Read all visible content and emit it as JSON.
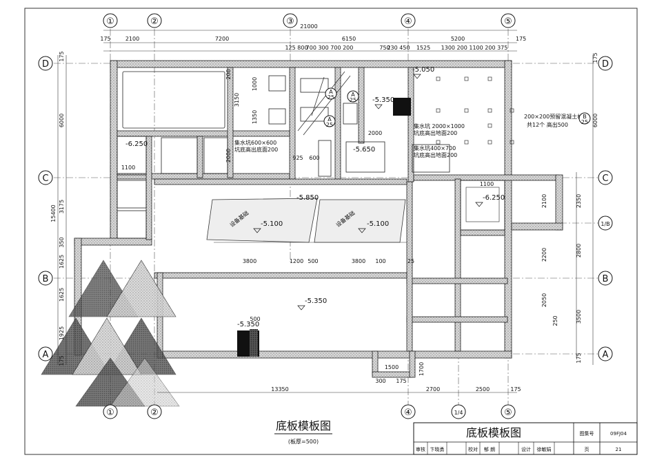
{
  "drawing": {
    "title": "底板模板图",
    "scale": "(板厚=500)"
  },
  "title_block": {
    "title": "底板模板图",
    "atlas_label": "图集号",
    "atlas_no": "09FJ04",
    "page_label": "页",
    "page_no": "21",
    "review_label": "审核",
    "reviewer": "卞晓勇",
    "check_label": "校对",
    "checker": "郁 朗",
    "design_label": "设计",
    "designer": "徐敏娟"
  },
  "grid": {
    "top_labels": [
      "①",
      "②",
      "③",
      "④",
      "⑤"
    ],
    "bottom_labels": [
      "①",
      "②",
      "④",
      "1/4",
      "⑤"
    ],
    "left_labels": [
      "D",
      "C",
      "B",
      "A"
    ],
    "right_labels": [
      "D",
      "C",
      "1/B",
      "B",
      "A"
    ]
  },
  "dims_top": [
    "175",
    "21000",
    "2100",
    "7200",
    "6150",
    "5200",
    "175"
  ],
  "dims_top_detail": [
    "125 800",
    "700 300 700 200",
    "750",
    "230 450",
    "1525",
    "1300 200 1100 200 375"
  ],
  "dims_left": [
    "175",
    "6000",
    "15400",
    "3175",
    "350",
    "1625",
    "1625",
    "1925",
    "175"
  ],
  "dims_right": [
    "175",
    "6000",
    "2350",
    "2800",
    "3500",
    "175"
  ],
  "dims_bottom": [
    "13350",
    "1500",
    "300",
    "175",
    "1700",
    "2700",
    "2500",
    "175"
  ],
  "dims_interior": [
    "3150",
    "1000",
    "1350",
    "200",
    "2000",
    "3800",
    "1200",
    "500",
    "100",
    "3800",
    "1100",
    "2100",
    "2200",
    "2050",
    "250",
    "500",
    "2000",
    "925",
    "25",
    "600",
    "1100"
  ],
  "levels": [
    "-5.050",
    "-5.350",
    "-6.250",
    "-5.650",
    "-5.850",
    "-5.100",
    "-5.100",
    "-6.250",
    "-5.350",
    "-5.350"
  ],
  "notes": [
    "集水坑 2000×1000",
    "设备基础",
    "设备基础",
    "200×200预留混凝土柱",
    "共12个 高出500",
    "集水坑600×600",
    "坑底高出底面200",
    "集水坑400×700",
    "坑底高出地面200",
    "坑底高出地面200"
  ],
  "sections": [
    "A",
    "A",
    "A",
    "B"
  ],
  "section_sub": [
    "25",
    "25",
    "25",
    "25"
  ]
}
